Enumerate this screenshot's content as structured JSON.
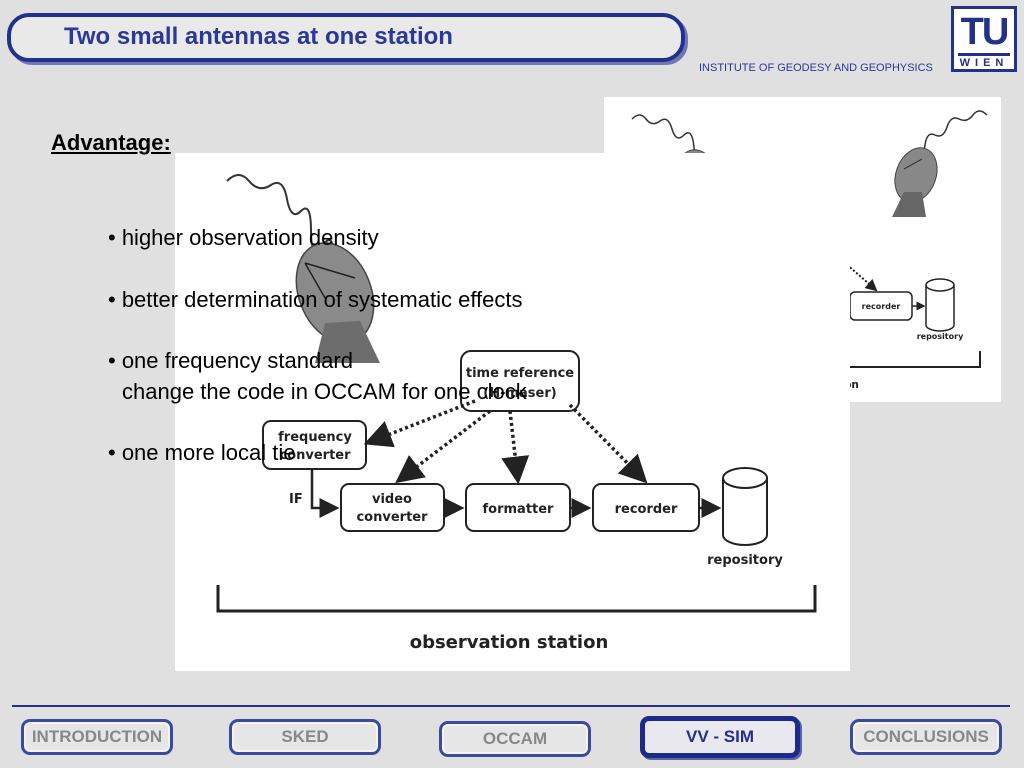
{
  "header": {
    "title": "Two small antennas at one station",
    "institute": "INSTITUTE OF GEODESY AND GEOPHYSICS",
    "logo_top": "TU",
    "logo_bottom": "WIEN"
  },
  "content": {
    "heading": "Advantage:",
    "bullets": [
      "• higher observation density",
      "• better determination of systematic effects",
      "• one frequency standard",
      "change the code in OCCAM for one clock",
      "• one more local tie"
    ]
  },
  "diagram": {
    "time_reference": "time reference",
    "h_maser": "(H-maser)",
    "frequency_converter_1": "frequency",
    "frequency_converter_2": "converter",
    "if_label": "IF",
    "video_converter_1": "video",
    "video_converter_2": "converter",
    "formatter": "formatter",
    "recorder": "recorder",
    "repository": "repository",
    "observation_station": "observation station"
  },
  "nav": {
    "items": [
      {
        "label": "INTRODUCTION"
      },
      {
        "label": "SKED"
      },
      {
        "label": "OCCAM"
      },
      {
        "label": "VV - SIM"
      },
      {
        "label": "CONCLUSIONS"
      }
    ],
    "active": "VV - SIM"
  }
}
